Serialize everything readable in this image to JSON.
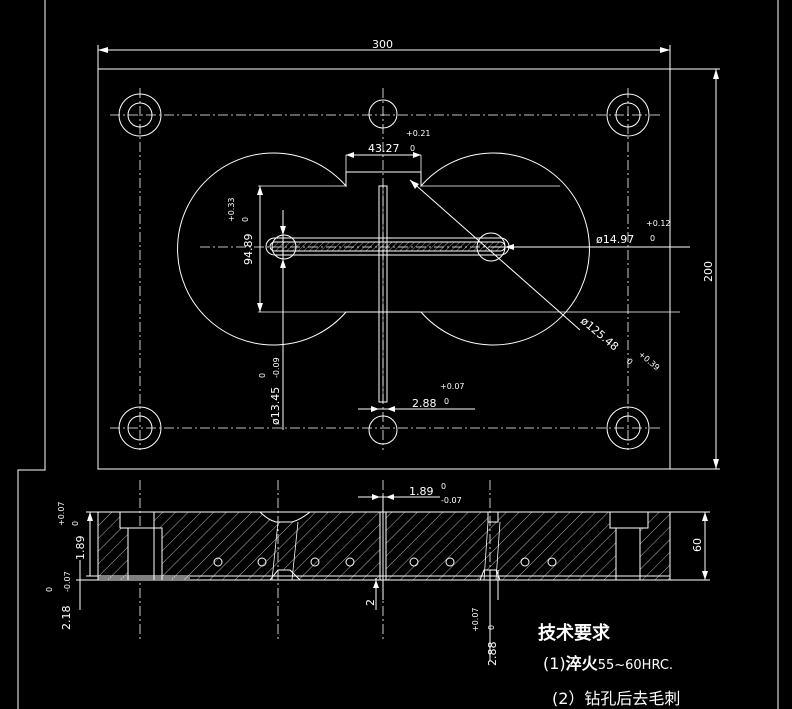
{
  "dimensions": {
    "width_overall": "300",
    "height_overall": "200",
    "slot_top_width": "43.27",
    "slot_top_width_tol_upper": "+0.21",
    "slot_top_width_tol_lower": "0",
    "slot_height": "94.89",
    "slot_height_tol_upper": "+0.33",
    "slot_height_tol_lower": "0",
    "hole_dia": "ø14.97",
    "hole_dia_tol_upper": "+0.12",
    "hole_dia_tol_lower": "0",
    "big_circle_dia": "ø125.48",
    "big_circle_dia_tol_upper": "+0.39",
    "big_circle_dia_tol_lower": "0",
    "small_hole_dia": "ø13.45",
    "small_hole_dia_tol_upper": "-0.09",
    "small_hole_dia_tol_lower": "0",
    "channel_width": "2.88",
    "channel_width_tol_upper": "+0.07",
    "channel_width_tol_lower": "0",
    "section_thickness": "60",
    "section_slot_width": "1.89",
    "section_slot_width_tol_upper": "0",
    "section_slot_width_tol_lower": "-0.07",
    "section_left_depth": "1.89",
    "section_left_depth_tol_upper": "+0.07",
    "section_left_depth_tol_lower": "0",
    "section_left_bottom": "2.18",
    "section_left_bottom_tol_upper": "0",
    "section_left_bottom_tol_lower": "-0.07",
    "section_small_gap": "2",
    "section_bottom_dim": "2.88",
    "section_bottom_dim_tol_upper": "+0.07",
    "section_bottom_dim_tol_lower": "0"
  },
  "technical_requirements": {
    "title": "技术要求",
    "item1_prefix": "(1)",
    "item1_bold": "淬火",
    "item1_rest": "55~60HRC.",
    "item2": "(2）钻孔后去毛刺"
  },
  "colors": {
    "background": "#000000",
    "lines": "#ffffff"
  }
}
